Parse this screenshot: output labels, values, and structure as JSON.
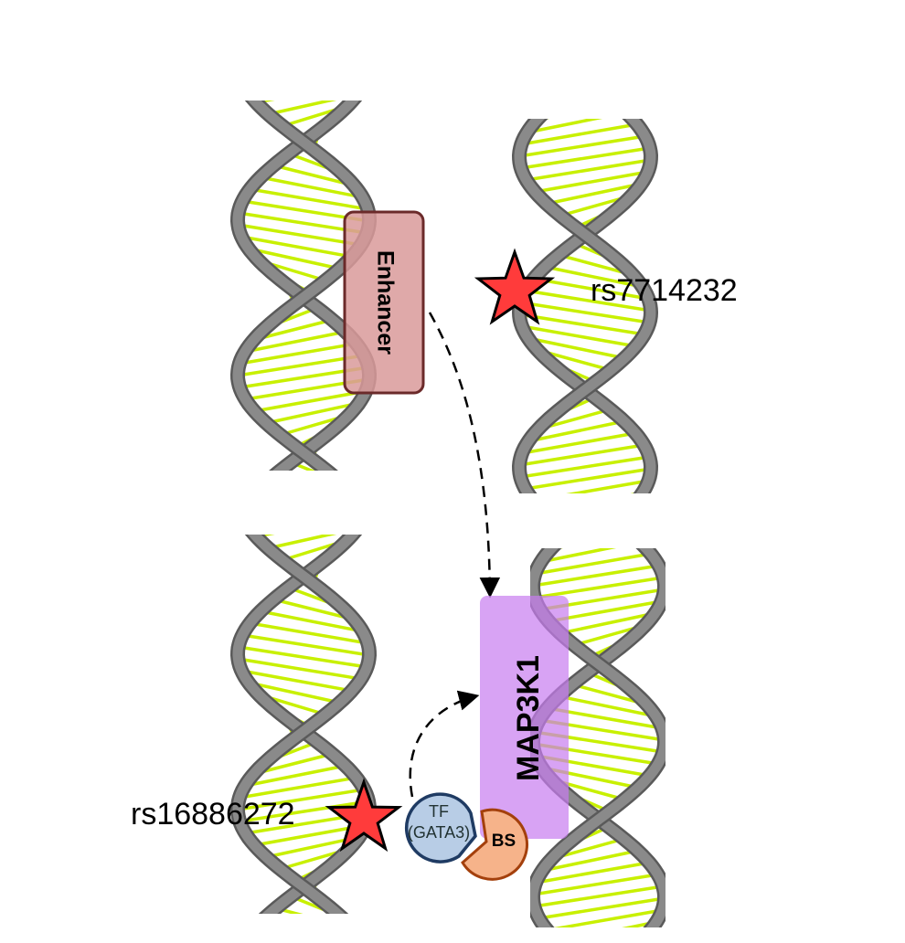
{
  "labels": {
    "enhancer": "Enhancer",
    "snp_top": "rs7714232",
    "snp_bottom": "rs16886272",
    "gene": "MAP3K1",
    "tf_line1": "TF",
    "tf_line2": "(GATA3)",
    "binding_site": "BS"
  },
  "colors": {
    "backbone": "#8a8a8a",
    "backbone_edge": "#5a5a5a",
    "base_pair": "#c8f000",
    "enhancer_fill": "#d99a9a",
    "enhancer_stroke": "#6b2a2a",
    "gene_fill": "#c77cf0",
    "star_fill": "#ff3b3b",
    "tf_fill": "#b8cde6",
    "tf_stroke": "#1f3b63",
    "bs_fill": "#f6b38a",
    "bs_stroke": "#a4400c"
  }
}
